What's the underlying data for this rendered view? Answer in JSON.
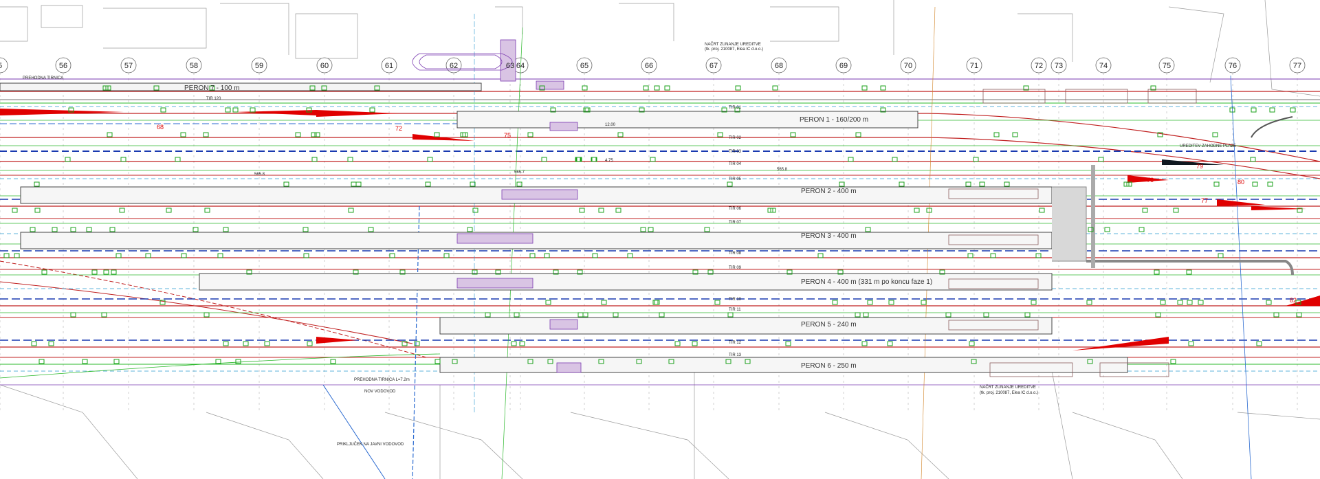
{
  "drawing": {
    "stations": [
      "5",
      "56",
      "57",
      "58",
      "59",
      "60",
      "61",
      "62",
      "63",
      "64",
      "65",
      "66",
      "67",
      "68",
      "69",
      "70",
      "71",
      "72",
      "73",
      "74",
      "75",
      "76",
      "77"
    ],
    "platforms": [
      {
        "id": "peron-7",
        "label": "PERON 7 - 100 m"
      },
      {
        "id": "peron-1",
        "label": "PERON 1 - 160/200 m"
      },
      {
        "id": "peron-2",
        "label": "PERON 2 - 400 m"
      },
      {
        "id": "peron-3",
        "label": "PERON 3 - 400 m"
      },
      {
        "id": "peron-4",
        "label": "PERON 4 - 400 m (331 m po koncu faze 1)"
      },
      {
        "id": "peron-5",
        "label": "PERON 5 - 240 m"
      },
      {
        "id": "peron-6",
        "label": "PERON 6 - 250 m"
      }
    ],
    "tracks": [
      "TIR 120",
      "TIR 01",
      "TIR 02",
      "TIR 03",
      "TIR 04",
      "TIR 05",
      "TIR 06",
      "TIR 07",
      "TIR 08",
      "TIR 09",
      "TIR 10",
      "TIR 11",
      "TIR 12",
      "TIR 13"
    ],
    "notes": {
      "prehodna_top": "PREHODNA TIRNICA",
      "nacrt_top_1": "NAČRT ZUNANJE UREDITVE",
      "nacrt_top_2": "(tk. proj. 210087, Elea IC d.o.o.)",
      "ureditev": "UREDITEV ZAHODNE PLAZE",
      "prehodna_bottom": "PREHODNA TIRNICA L=7.2m",
      "vodovod": "NOV VODOVOD",
      "prikljucek": "PRIKLJUČEK NA JAVNI VODOVOD",
      "nacrt_bottom_1": "NAČRT ZUNANJE UREDITVE",
      "nacrt_bottom_2": "(tk. proj. 210087, Elea IC d.o.o.)"
    },
    "dims": {
      "d1": "12.00",
      "d2": "4.75",
      "d3": "565.7",
      "d4": "565.8",
      "d5": "565.8"
    },
    "red_labels": [
      "68",
      "72",
      "75",
      "76",
      "77",
      "79",
      "80",
      "82"
    ]
  }
}
